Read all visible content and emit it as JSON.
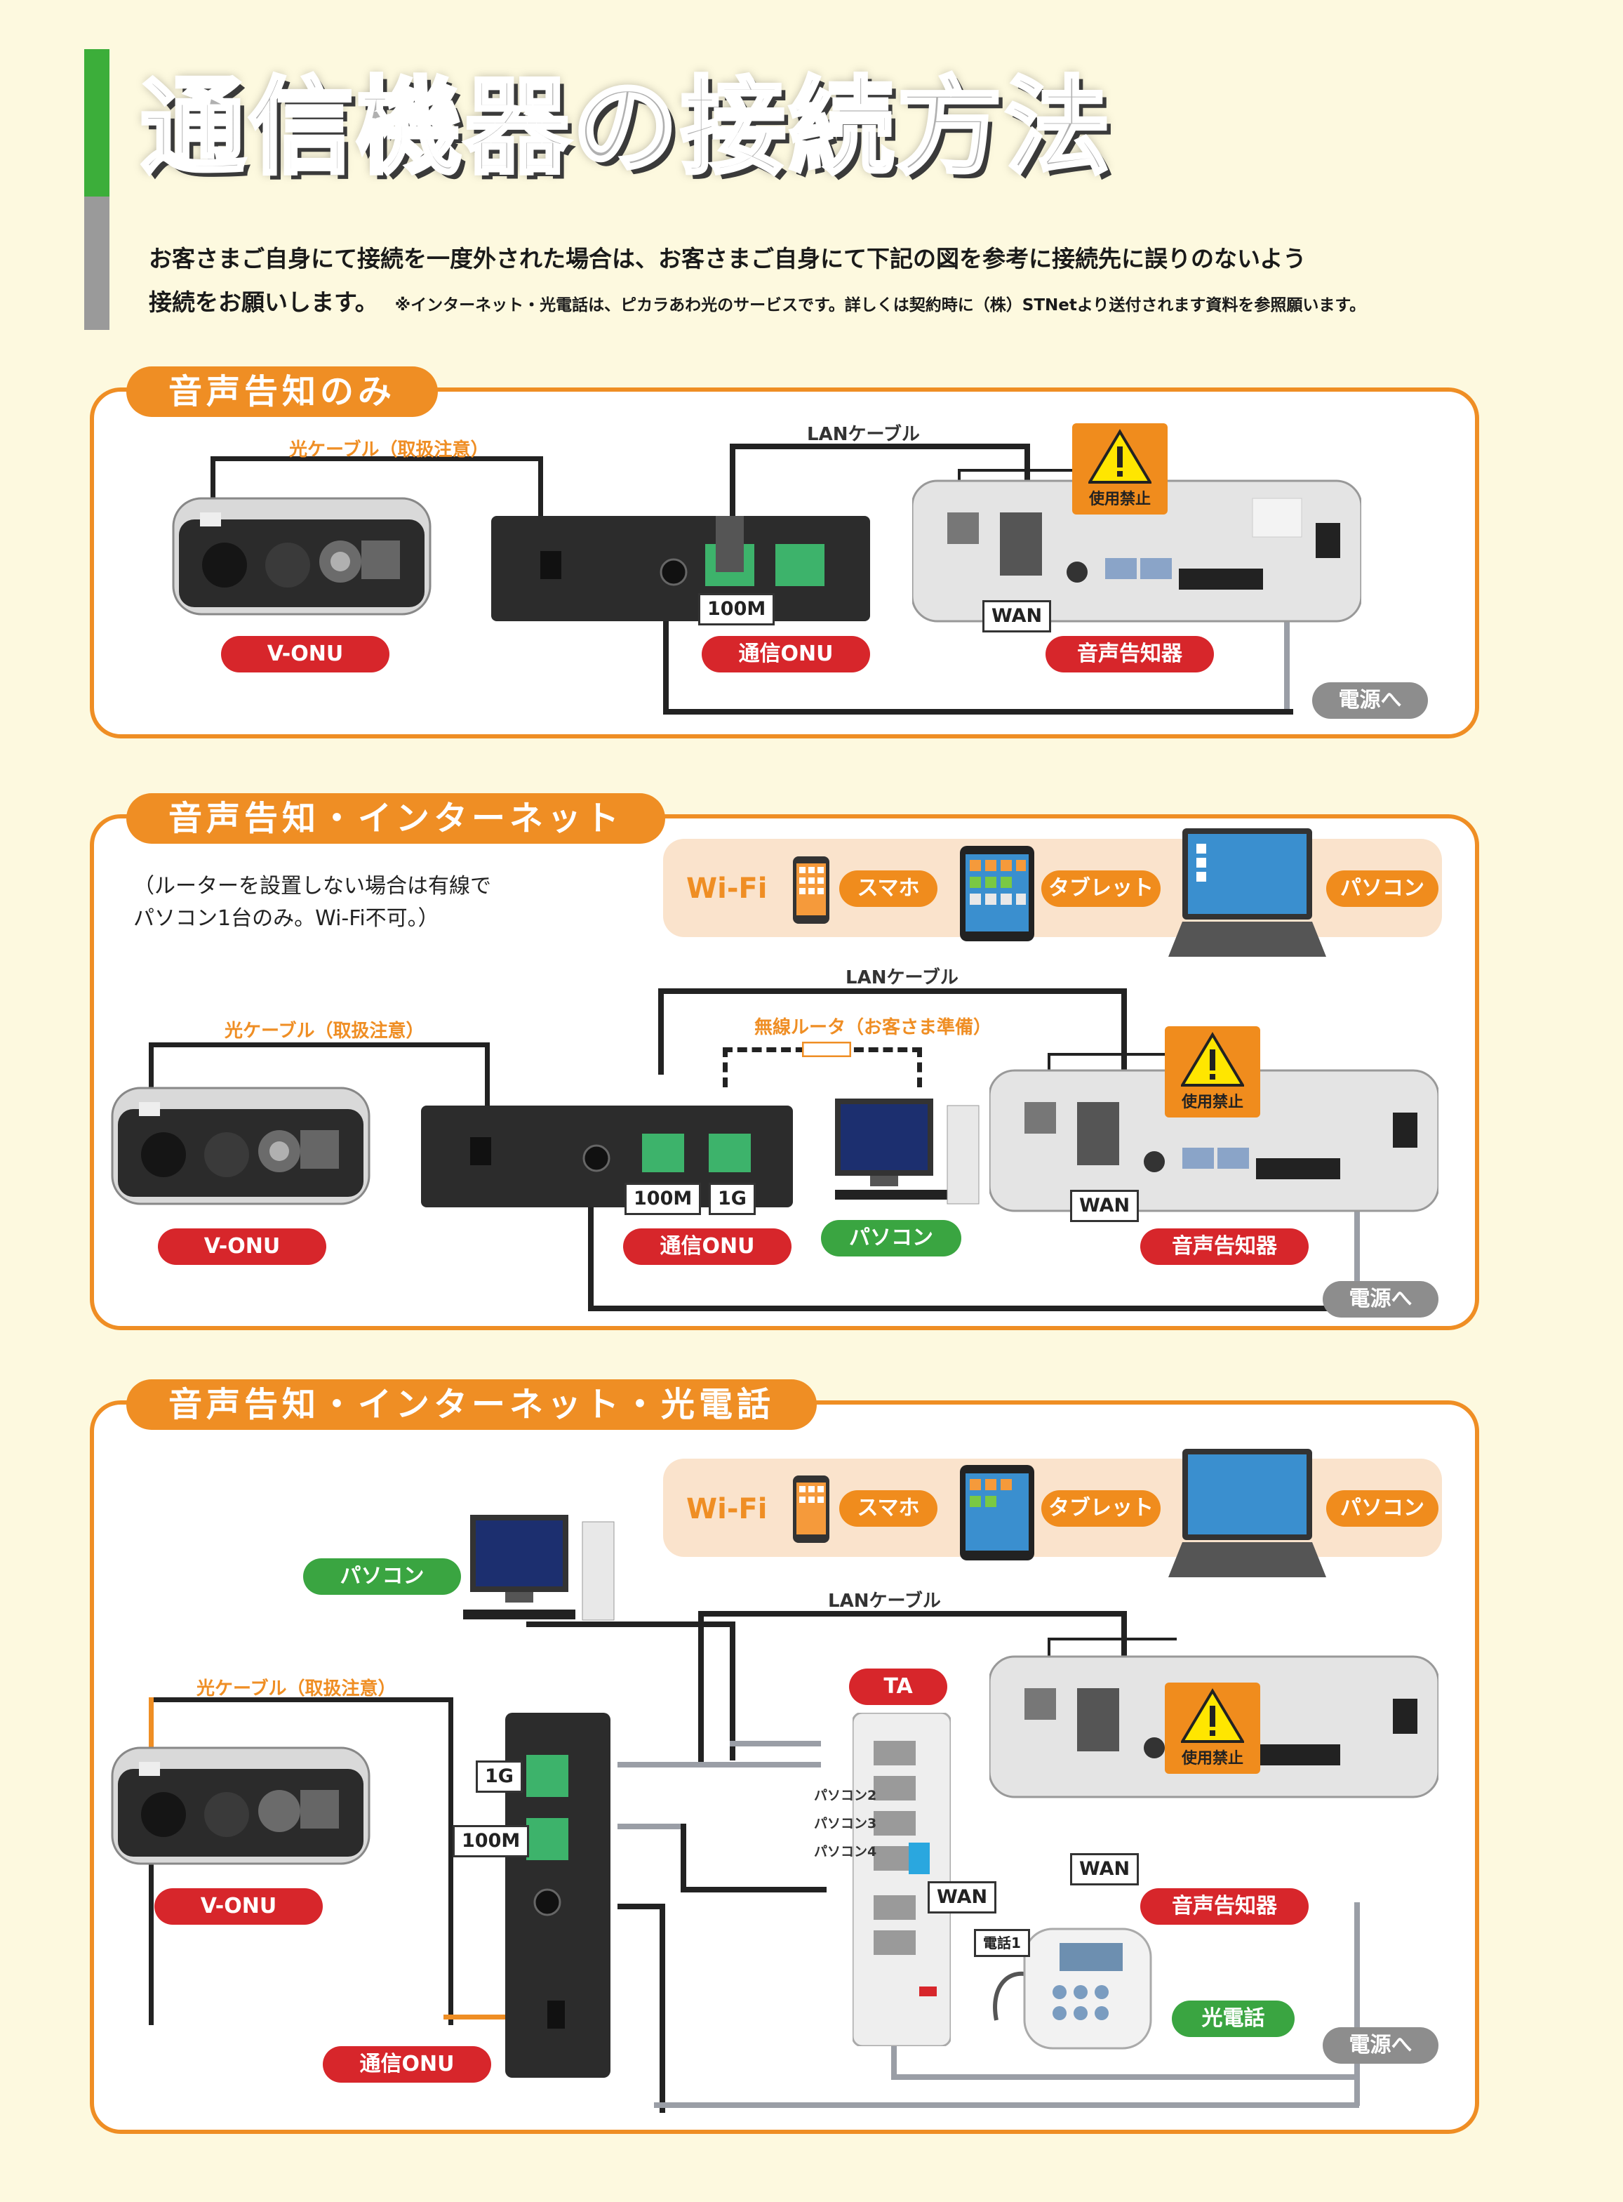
{
  "header": {
    "title": "通信機器の接続方法",
    "intro_line1": "お客さまご自身にて接続を一度外された場合は、お客さまご自身にて下記の図を参考に接続先に誤りのないよう",
    "intro_line2": "接続をお願いします。",
    "intro_note": "※インターネット・光電話は、ピカラあわ光のサービスです。詳しくは契約時に（株）STNetより送付されます資料を参照願います。"
  },
  "labels": {
    "v_onu": "V-ONU",
    "comm_onu": "通信ONU",
    "announcer": "音声告知器",
    "power": "電源へ",
    "lan_cable": "LANケーブル",
    "optical_cable": "光ケーブル（取扱注意）",
    "prohibited": "使用禁止",
    "wan": "WAN",
    "port_100m": "100M",
    "port_1g": "1G",
    "pc": "パソコン",
    "wifi": "Wi-Fi",
    "smartphone": "スマホ",
    "tablet": "タブレット",
    "wireless_router": "無線ルータ（お客さま準備）",
    "ta": "TA",
    "pc2": "パソコン2",
    "pc3": "パソコン3",
    "pc4": "パソコン4",
    "phone1": "電話1",
    "hikari_phone": "光電話"
  },
  "sections": [
    {
      "title": "音声告知のみ"
    },
    {
      "title": "音声告知・インターネット",
      "note_line1": "（ルーターを設置しない場合は有線で",
      "note_line2": "パソコン1台のみ。Wi-Fi不可。）"
    },
    {
      "title": "音声告知・インターネット・光電話"
    }
  ],
  "colors": {
    "accent_orange": "#ef8e24",
    "label_red": "#d7262b",
    "label_green": "#3aa541",
    "cable_gray": "#9a9ea6",
    "background": "#fdf9df"
  }
}
